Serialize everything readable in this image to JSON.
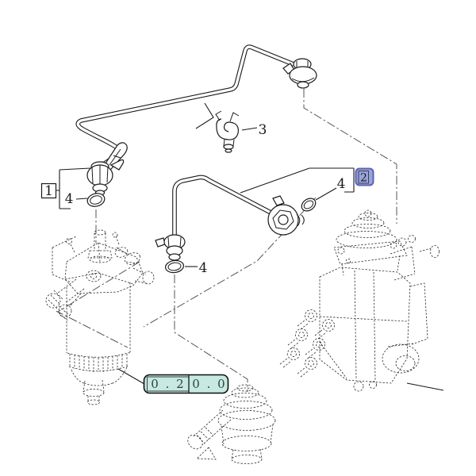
{
  "diagram": {
    "callouts": {
      "item1": {
        "label": "1"
      },
      "item2": {
        "label": "2",
        "highlighted": true
      },
      "item3": {
        "label": "3"
      },
      "item4_left": {
        "label": "4"
      },
      "item4_middle": {
        "label": "4"
      },
      "item4_right": {
        "label": "4"
      }
    },
    "reference_box": {
      "segment_left": "0 . 2",
      "segment_right": "0 . 0",
      "value": "0.20.0"
    },
    "colors": {
      "line": "#1a1a1a",
      "phantom_line": "#2b2b2b",
      "highlight_fill": "#9aa3da",
      "highlight_border": "#5a64b8",
      "reference_fill": "#c6e9e2",
      "reference_border": "#101010"
    }
  }
}
